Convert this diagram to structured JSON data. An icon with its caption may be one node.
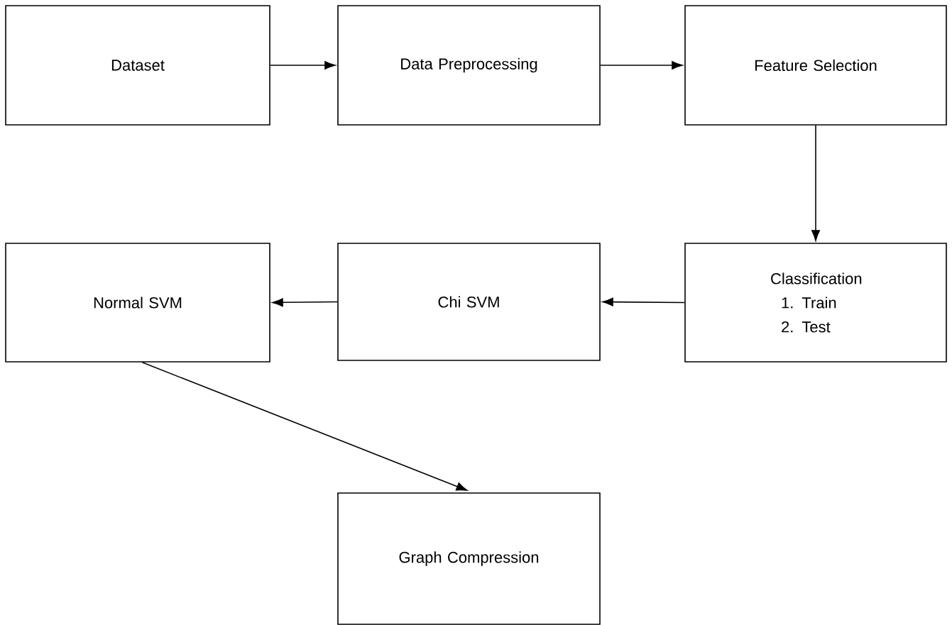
{
  "diagram": {
    "nodes": [
      {
        "text": [
          "Dataset"
        ]
      },
      {
        "text": [
          "Data Preprocessing"
        ]
      },
      {
        "text": [
          "Feature Selection"
        ]
      },
      {
        "text": [
          "Classification",
          "1. Train",
          "2. Test"
        ]
      },
      {
        "text": [
          "Chi SVM"
        ]
      },
      {
        "text": [
          "Normal SVM"
        ]
      },
      {
        "text": [
          "Graph Compression"
        ]
      }
    ],
    "edges": [
      {
        "from": 0,
        "to": 1,
        "arrow": "to"
      },
      {
        "from": 1,
        "to": 2,
        "arrow": "to"
      },
      {
        "from": 2,
        "to": 3,
        "arrow": "to"
      },
      {
        "from": 3,
        "to": 4,
        "arrow": "to"
      },
      {
        "from": 4,
        "to": 5,
        "arrow": "to"
      },
      {
        "from": 5,
        "to": 6,
        "arrow": "to"
      }
    ]
  }
}
